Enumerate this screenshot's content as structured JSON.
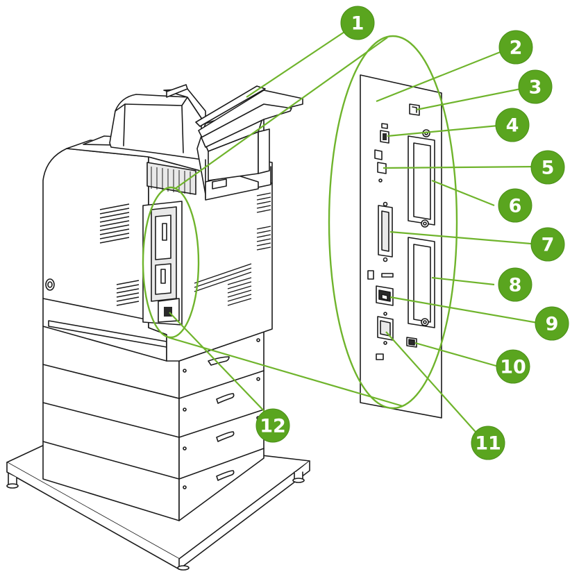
{
  "diagram": {
    "callout_color": "#5aa51f",
    "callouts": [
      {
        "label": "1"
      },
      {
        "label": "2"
      },
      {
        "label": "3"
      },
      {
        "label": "4"
      },
      {
        "label": "5"
      },
      {
        "label": "6"
      },
      {
        "label": "7"
      },
      {
        "label": "8"
      },
      {
        "label": "9"
      },
      {
        "label": "10"
      },
      {
        "label": "11"
      },
      {
        "label": "12"
      }
    ]
  }
}
